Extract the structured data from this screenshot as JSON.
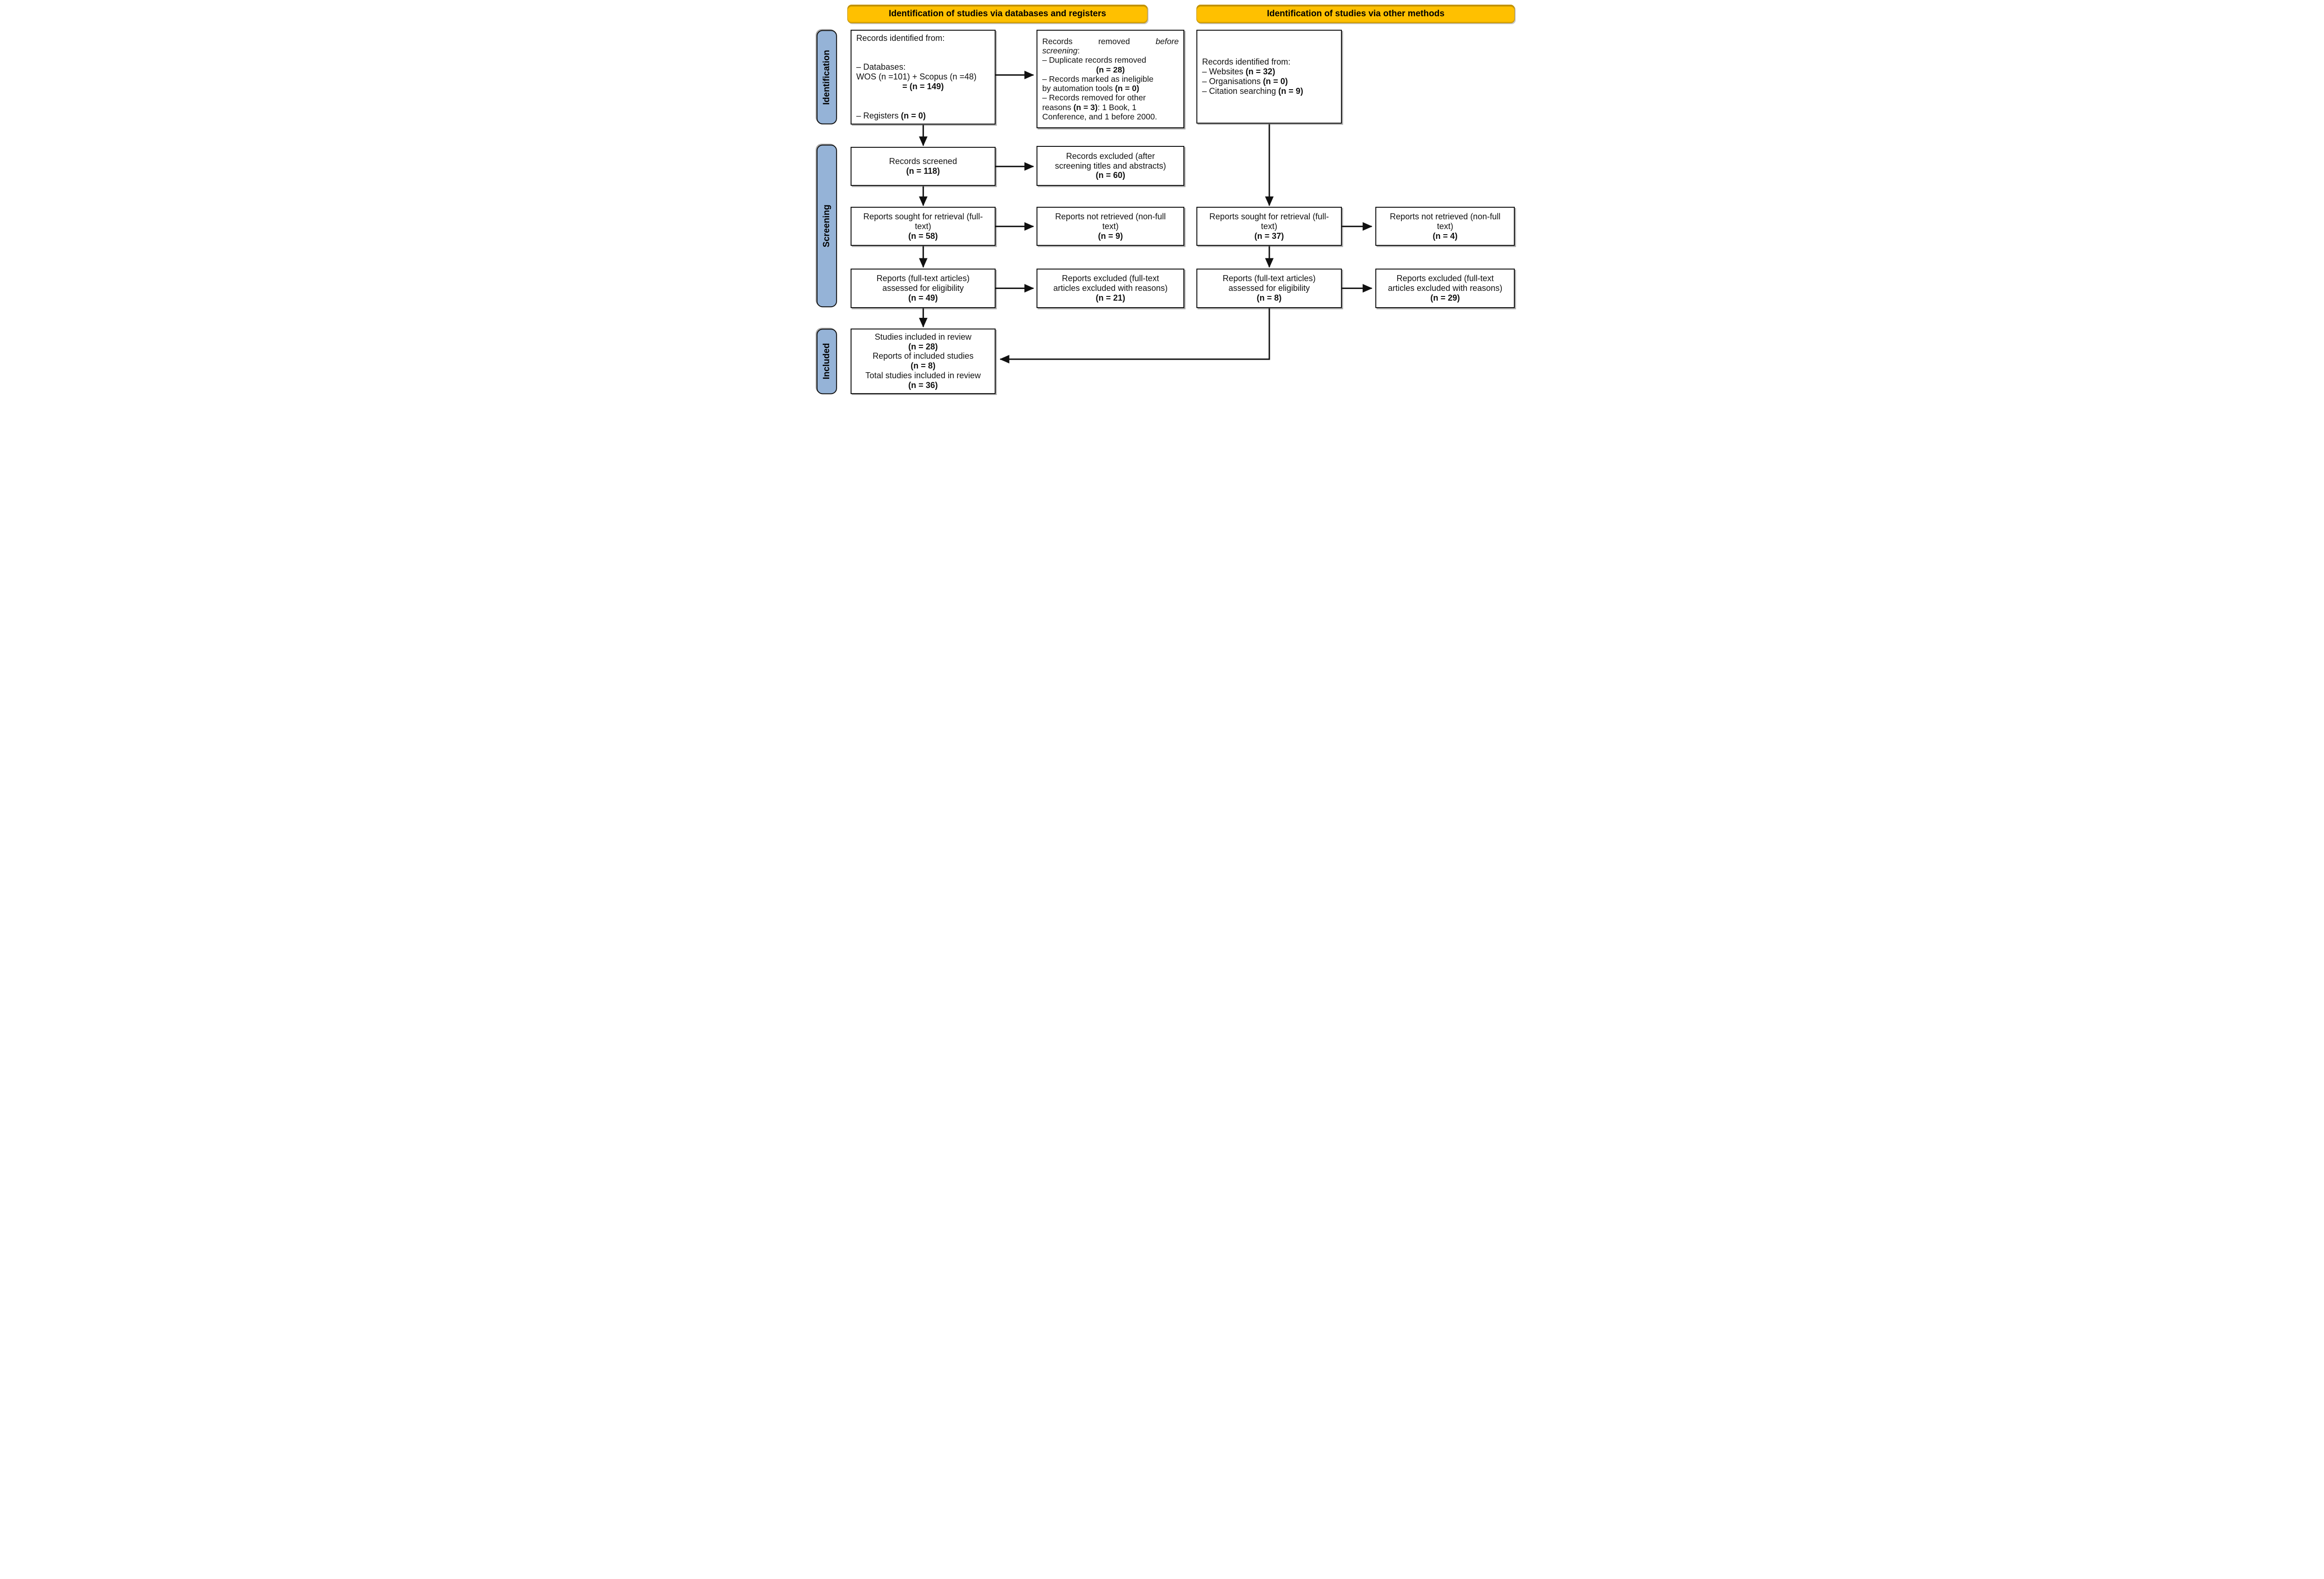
{
  "banners": {
    "left": "Identification of studies via databases and registers",
    "right": "Identification of studies via other methods"
  },
  "stages": [
    {
      "label": "Identification"
    },
    {
      "label": "Screening"
    },
    {
      "label": "Included"
    }
  ],
  "colors": {
    "banner_fill": "#FFC000",
    "stage_fill": "#95B3D7",
    "line_and_border": "#111111",
    "box_fill": "#FFFFFF"
  },
  "boxes": {
    "a1": {
      "lines": [
        {
          "seg": [
            {
              "t": "Records identified from:"
            }
          ]
        },
        {
          "seg": []
        },
        {
          "seg": []
        },
        {
          "seg": [
            {
              "t": "– Databases:"
            }
          ]
        },
        {
          "seg": [
            {
              "t": "WOS (n =101) + Scopus (n =48)"
            }
          ]
        },
        {
          "center": true,
          "seg": [
            {
              "t": "= (n = 149)",
              "b": true
            }
          ]
        },
        {
          "seg": []
        },
        {
          "seg": []
        },
        {
          "seg": [
            {
              "t": "– Registers "
            },
            {
              "t": "(n = 0)",
              "b": true
            }
          ]
        }
      ]
    },
    "b1": {
      "lines": [
        {
          "justify": true,
          "seg": [
            {
              "t": "Records"
            },
            {
              "t": "removed"
            },
            {
              "t": "before",
              "i": true
            }
          ]
        },
        {
          "seg": [
            {
              "t": "screening",
              "i": true
            },
            {
              "t": ":"
            }
          ]
        },
        {
          "seg": [
            {
              "t": "– Duplicate records removed"
            }
          ]
        },
        {
          "center": true,
          "seg": [
            {
              "t": "(n = 28)",
              "b": true
            }
          ]
        },
        {
          "seg": [
            {
              "t": "– Records marked as ineligible"
            }
          ]
        },
        {
          "seg": [
            {
              "t": "by automation tools "
            },
            {
              "t": "(n = 0)",
              "b": true
            }
          ]
        },
        {
          "seg": [
            {
              "t": "– Records removed for other"
            }
          ]
        },
        {
          "seg": [
            {
              "t": "reasons "
            },
            {
              "t": "(n = 3)",
              "b": true
            },
            {
              "t": ": 1 Book, 1"
            }
          ]
        },
        {
          "seg": [
            {
              "t": "Conference, and 1 before 2000."
            }
          ]
        }
      ]
    },
    "c1": {
      "lines": [
        {
          "seg": [
            {
              "t": "Records identified from:"
            }
          ]
        },
        {
          "seg": [
            {
              "t": "– Websites "
            },
            {
              "t": "(n = 32)",
              "b": true
            }
          ]
        },
        {
          "seg": [
            {
              "t": "– Organisations "
            },
            {
              "t": "(n = 0)",
              "b": true
            }
          ]
        },
        {
          "seg": [
            {
              "t": "– Citation searching "
            },
            {
              "t": "(n = 9)",
              "b": true
            }
          ]
        }
      ]
    },
    "a2": {
      "lines": [
        {
          "seg": [
            {
              "t": "Records screened"
            }
          ]
        },
        {
          "seg": [
            {
              "t": "(n = 118)",
              "b": true
            }
          ]
        }
      ]
    },
    "b2": {
      "lines": [
        {
          "seg": [
            {
              "t": "Records excluded (after"
            }
          ]
        },
        {
          "seg": [
            {
              "t": "screening titles and abstracts)"
            }
          ]
        },
        {
          "seg": [
            {
              "t": "(n = 60)",
              "b": true
            }
          ]
        }
      ]
    },
    "a3": {
      "lines": [
        {
          "seg": [
            {
              "t": "Reports sought for retrieval (full-"
            }
          ]
        },
        {
          "seg": [
            {
              "t": "text)"
            }
          ]
        },
        {
          "seg": [
            {
              "t": "(n = 58)",
              "b": true
            }
          ]
        }
      ]
    },
    "b3": {
      "lines": [
        {
          "seg": [
            {
              "t": "Reports not retrieved (non-full"
            }
          ]
        },
        {
          "seg": [
            {
              "t": "text)"
            }
          ]
        },
        {
          "seg": [
            {
              "t": "(n = 9)",
              "b": true
            }
          ]
        }
      ]
    },
    "c3": {
      "lines": [
        {
          "seg": [
            {
              "t": "Reports sought for retrieval (full-"
            }
          ]
        },
        {
          "seg": [
            {
              "t": "text)"
            }
          ]
        },
        {
          "seg": [
            {
              "t": "(n = 37)",
              "b": true
            }
          ]
        }
      ]
    },
    "d3": {
      "lines": [
        {
          "seg": [
            {
              "t": "Reports not retrieved (non-full"
            }
          ]
        },
        {
          "seg": [
            {
              "t": "text)"
            }
          ]
        },
        {
          "seg": [
            {
              "t": "(n = 4)",
              "b": true
            }
          ]
        }
      ]
    },
    "a4": {
      "lines": [
        {
          "seg": [
            {
              "t": "Reports (full-text articles)"
            }
          ]
        },
        {
          "seg": [
            {
              "t": "assessed for eligibility"
            }
          ]
        },
        {
          "seg": [
            {
              "t": "(n = 49)",
              "b": true
            }
          ]
        }
      ]
    },
    "b4": {
      "lines": [
        {
          "seg": [
            {
              "t": "Reports excluded (full-text"
            }
          ]
        },
        {
          "seg": [
            {
              "t": "articles excluded with reasons)"
            }
          ]
        },
        {
          "seg": [
            {
              "t": "(n = 21)",
              "b": true
            }
          ]
        }
      ]
    },
    "c4": {
      "lines": [
        {
          "seg": [
            {
              "t": "Reports (full-text articles)"
            }
          ]
        },
        {
          "seg": [
            {
              "t": "assessed for eligibility"
            }
          ]
        },
        {
          "seg": [
            {
              "t": "(n = 8)",
              "b": true
            }
          ]
        }
      ]
    },
    "d4": {
      "lines": [
        {
          "seg": [
            {
              "t": "Reports excluded (full-text"
            }
          ]
        },
        {
          "seg": [
            {
              "t": "articles excluded with reasons)"
            }
          ]
        },
        {
          "seg": [
            {
              "t": "(n = 29)",
              "b": true
            }
          ]
        }
      ]
    },
    "a5": {
      "lines": [
        {
          "seg": [
            {
              "t": "Studies included in review"
            }
          ]
        },
        {
          "seg": [
            {
              "t": "(n = 28)",
              "b": true
            }
          ]
        },
        {
          "seg": [
            {
              "t": "Reports of included studies"
            }
          ]
        },
        {
          "seg": [
            {
              "t": "(n = 8)",
              "b": true
            }
          ]
        },
        {
          "seg": [
            {
              "t": "Total studies included in review"
            }
          ]
        },
        {
          "seg": [
            {
              "t": "(n = 36)",
              "b": true
            }
          ]
        }
      ]
    }
  }
}
